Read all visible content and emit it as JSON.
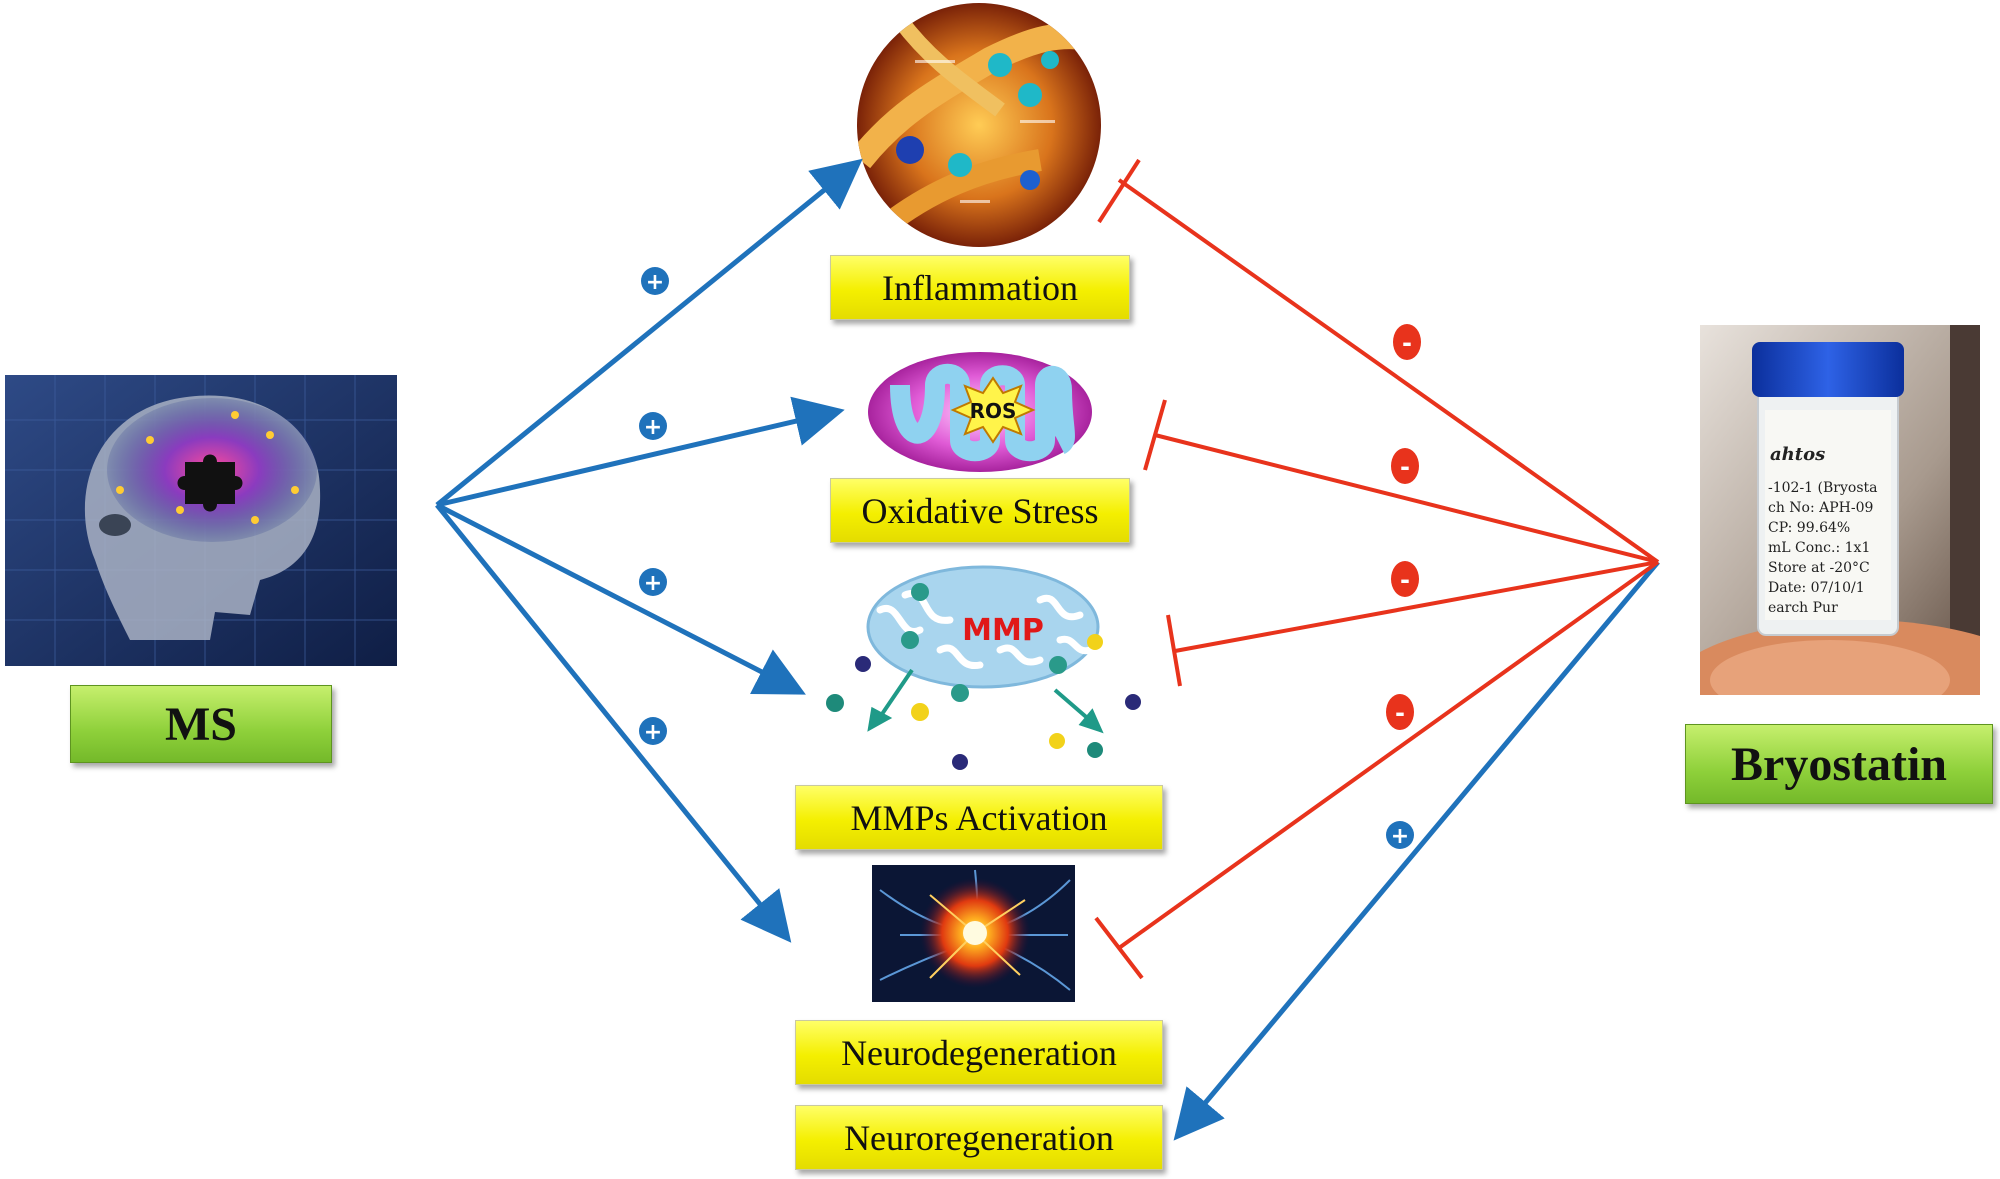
{
  "nodes": {
    "ms": "MS",
    "bryostatin": "Bryostatin",
    "inflammation": "Inflammation",
    "oxidative_stress": "Oxidative Stress",
    "mmps_activation": "MMPs Activation",
    "neurodegeneration": "Neurodegeneration",
    "neuroregeneration": "Neuroregeneration"
  },
  "icon_text": {
    "ros": "ROS",
    "mmp": "MMP",
    "vial_brand": "ahtos",
    "vial_lines": [
      "-102-1 (Bryosta",
      "ch No: APH-09",
      "CP: 99.64%",
      "mL Conc.: 1x1",
      "Store at -20°C",
      "Date: 07/10/1",
      "earch Pur"
    ]
  },
  "signs": {
    "plus": "+",
    "minus": "-"
  },
  "colors": {
    "activate": "#1f72bb",
    "inhibit": "#e8331c",
    "yellow_label": "#f4ef00",
    "green_label": "#8ed03a"
  },
  "icons": [
    "brain-puzzle-icon",
    "neuron-inflammation-icon",
    "mitochondria-ros-icon",
    "mitochondria-mmp-icon",
    "neuron-burst-icon",
    "bryostatin-vial-icon"
  ]
}
